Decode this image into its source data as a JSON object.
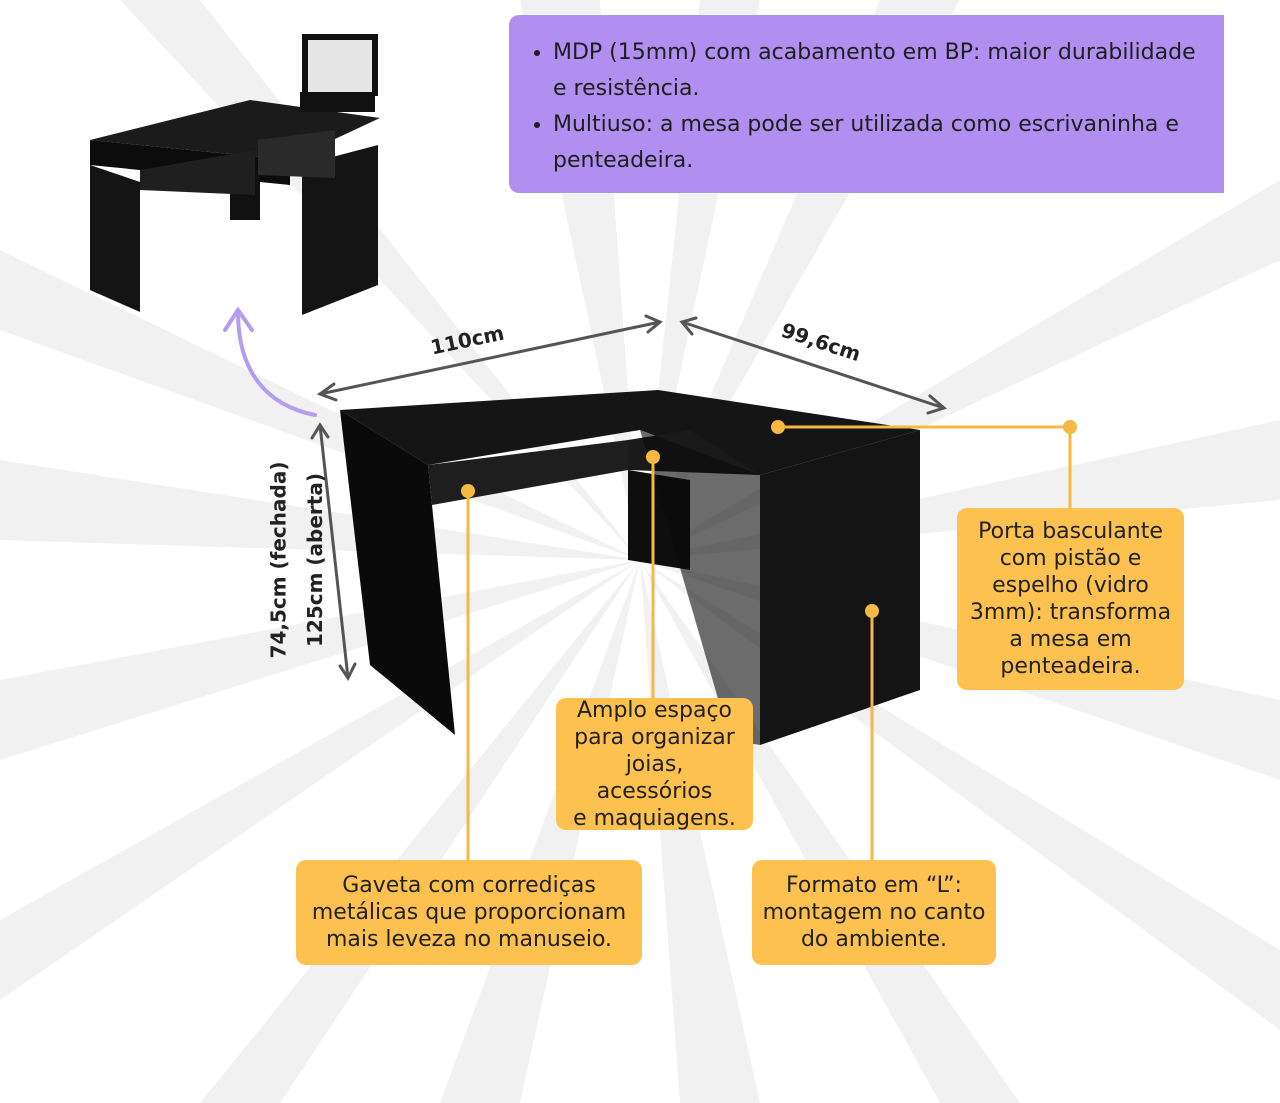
{
  "colors": {
    "accent_yellow": "#fdc14f",
    "info_purple": "#b08ff0",
    "furniture_black": "#121212",
    "arrow_purple": "#b49cf0",
    "dimension_gray": "#555555"
  },
  "info": {
    "bullets": [
      "MDP (15mm) com acabamento em BP: maior durabilidade e resistência.",
      "Multiuso: a mesa pode ser utilizada como escrivaninha e penteadeira."
    ]
  },
  "dimensions": {
    "width_left": "110cm",
    "width_right": "99,6cm",
    "height_closed": "74,5cm (fechada)",
    "height_open": "125cm (aberta)"
  },
  "callouts": {
    "door": "Porta basculante\ncom pistão e\nespelho (vidro\n3mm): transforma\na mesa em\npenteadeira.",
    "space": "Amplo espaço\npara organizar\njoias, acessórios\ne maquiagens.",
    "drawer": "Gaveta com corrediças\nmetálicas que proporcionam\nmais leveza no manuseio.",
    "shape": "Formato em “L”:\nmontagem no canto\ndo ambiente."
  }
}
